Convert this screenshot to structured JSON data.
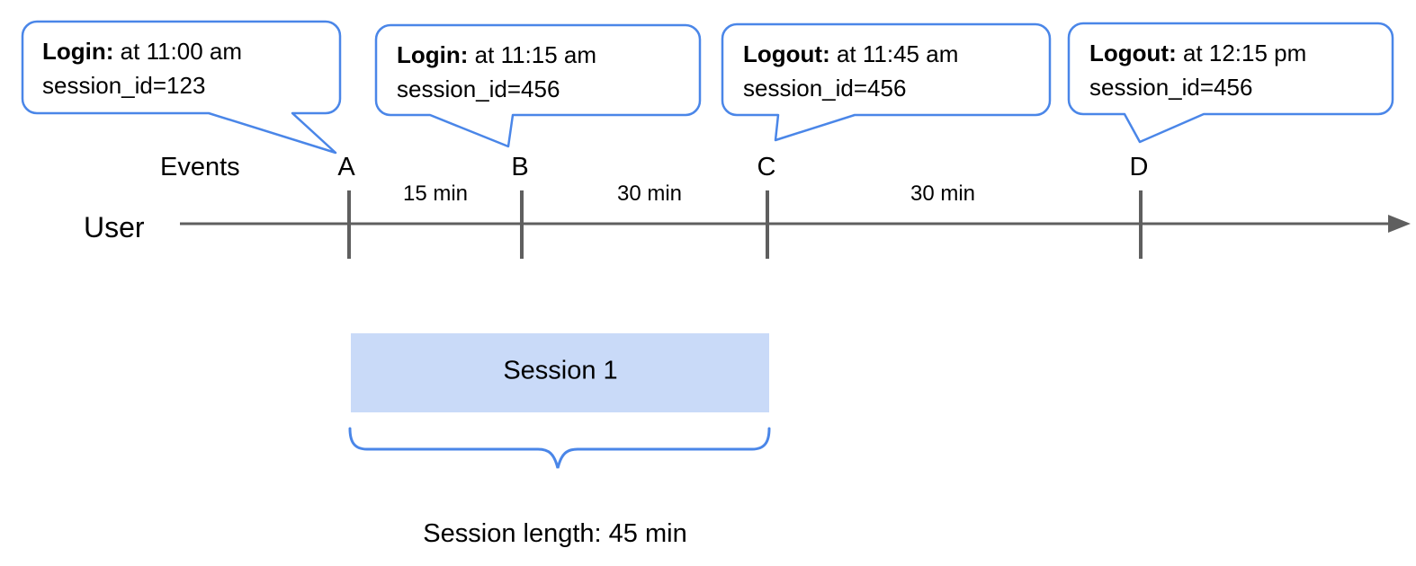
{
  "colors": {
    "accent_blue": "#4a86e8",
    "session_fill": "#c9daf8",
    "line_gray": "#5f5f5f",
    "bubble_fill": "#ffffff"
  },
  "callouts": [
    {
      "label": "Login:",
      "time": "at 11:00 am",
      "detail": "session_id=123"
    },
    {
      "label": "Login:",
      "time": "at 11:15 am",
      "detail": "session_id=456"
    },
    {
      "label": "Logout:",
      "time": "at 11:45 am",
      "detail": "session_id=456"
    },
    {
      "label": "Logout:",
      "time": "at 12:15 pm",
      "detail": "session_id=456"
    }
  ],
  "timeline": {
    "events_label": "Events",
    "row_label": "User",
    "markers": [
      {
        "letter": "A"
      },
      {
        "letter": "B"
      },
      {
        "letter": "C"
      },
      {
        "letter": "D"
      }
    ],
    "intervals": [
      "15 min",
      "30 min",
      "30 min"
    ]
  },
  "session": {
    "label": "Session 1",
    "length_label": "Session length: 45 min"
  }
}
